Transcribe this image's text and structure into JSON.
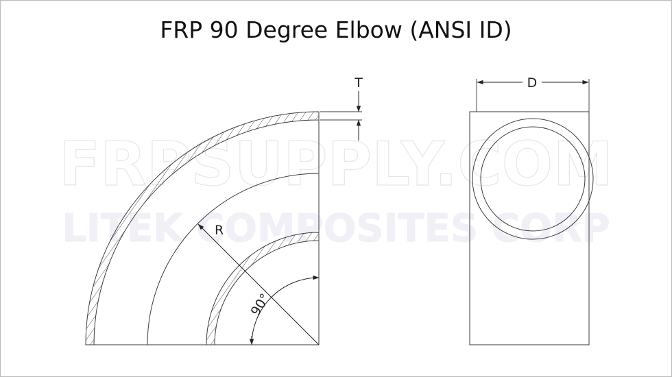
{
  "title": "FRP 90 Degree Elbow (ANSI ID)",
  "watermark": {
    "line1": "FRPSUPPLY.COM",
    "line2": "LITEK COMPOSITES CORP",
    "line1_color": "#e9e9ee",
    "line2_color": "#f0eef6"
  },
  "labels": {
    "thickness": "T",
    "diameter": "D",
    "radius": "R",
    "angle": "90°"
  },
  "colors": {
    "line": "#3a3a3a",
    "border": "#b9b9b9"
  }
}
